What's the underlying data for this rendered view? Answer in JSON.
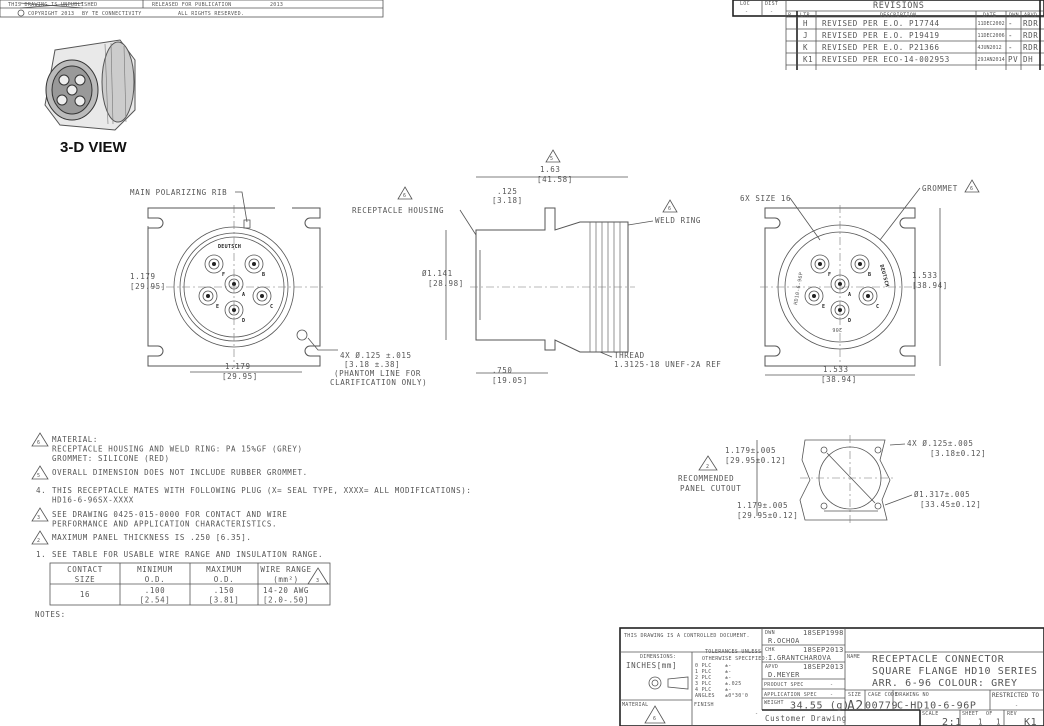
{
  "top_bar": {
    "row1_left": "THIS DRAWING IS UNPUBLISHED",
    "row1_mid": "RELEASED FOR PUBLICATION",
    "row1_year": "2013",
    "row2_left": "COPYRIGHT 2013",
    "row2_by": "BY TE CONNECTIVITY",
    "row2_right": "ALL RIGHTS RESERVED."
  },
  "revisions": {
    "loc_label": "LOC",
    "loc_value": "-",
    "dist_label": "DIST",
    "dist_value": "-",
    "title": "REVISIONS",
    "headers": [
      "P",
      "LTR",
      "DESCRIPTION",
      "DATE",
      "DWN",
      "APVD"
    ],
    "rows": [
      {
        "ltr": "H",
        "desc": "REVISED PER E.O. P17744",
        "date": "11DEC2002",
        "dwn": "-",
        "apvd": "RDR"
      },
      {
        "ltr": "J",
        "desc": "REVISED PER E.O. P19419",
        "date": "11DEC2006",
        "dwn": "-",
        "apvd": "RDR"
      },
      {
        "ltr": "K",
        "desc": "REVISED PER E.O. P21366",
        "date": "4JUN2012",
        "dwn": "-",
        "apvd": "RDR"
      },
      {
        "ltr": "K1",
        "desc": "REVISED PER ECO-14-002953",
        "date": "29JAN2014",
        "dwn": "PV",
        "apvd": "DH"
      }
    ]
  },
  "views": {
    "three_d_label": "3-D VIEW",
    "front": {
      "rib_label": "MAIN POLARIZING RIB",
      "brand": "DEUTSCH",
      "pins": [
        "A",
        "B",
        "C",
        "D",
        "E",
        "F"
      ],
      "height_in": "1.179",
      "height_mm": "[29.95]",
      "width_in": "1.179",
      "width_mm": "[29.95]",
      "hole_note": [
        "4X Ø.125 ±.015",
        "[3.18 ±.38]",
        "(PHANTOM LINE FOR",
        "CLARIFICATION ONLY)"
      ]
    },
    "side": {
      "note5": "5",
      "overall_in": "1.63",
      "overall_mm": "[41.58]",
      "flange_in": ".125",
      "flange_mm": "[3.18]",
      "housing_label": "RECEPTACLE HOUSING",
      "housing_note": "6",
      "weld_label": "WELD RING",
      "weld_note": "6",
      "dia_in": "Ø1.141",
      "dia_mm": "[28.98]",
      "len_in": ".750",
      "len_mm": "[19.05]",
      "thread": [
        "THREAD",
        "1.3125-18 UNEF-2A REF"
      ]
    },
    "rear": {
      "size_label": "6X SIZE 16",
      "grommet_label": "GROMMET",
      "grommet_note": "6",
      "part_text": "HD10-6-96P",
      "brand": "DEUTSCH",
      "code": "206",
      "height_in": "1.533",
      "height_mm": "[38.94]",
      "width_in": "1.533",
      "width_mm": "[38.94]",
      "pins": [
        "A",
        "B",
        "C",
        "D",
        "E",
        "F"
      ]
    },
    "cutout": {
      "note": "2",
      "label": [
        "RECOMMENDED",
        "PANEL CUTOUT"
      ],
      "height": [
        "1.179±.005",
        "[29.95±0.12]"
      ],
      "width": [
        "1.179±.005",
        "[29.95±0.12]"
      ],
      "holes": [
        "4X Ø.125±.005",
        "[3.18±0.12]"
      ],
      "dia": [
        "Ø1.317±.005",
        "[33.45±0.12]"
      ]
    }
  },
  "notes": {
    "n6": {
      "mark": "6",
      "lines": [
        "MATERIAL:",
        "RECEPTACLE HOUSING AND WELD RING: PA 15%GF (GREY)",
        "GROMMET: SILICONE (RED)"
      ]
    },
    "n5": {
      "mark": "5",
      "lines": [
        "OVERALL DIMENSION DOES NOT INCLUDE RUBBER GROMMET."
      ]
    },
    "n4": {
      "mark": "4.",
      "lines": [
        "THIS RECEPTACLE MATES WITH FOLLOWING PLUG (X= SEAL TYPE, XXXX= ALL MODIFICATIONS):",
        "HD16-6-96SX-XXXX"
      ]
    },
    "n3": {
      "mark": "3",
      "lines": [
        "SEE DRAWING 0425-015-0000 FOR CONTACT AND WIRE",
        "PERFORMANCE AND APPLICATION CHARACTERISTICS."
      ]
    },
    "n2": {
      "mark": "2",
      "lines": [
        "MAXIMUM PANEL THICKNESS IS .250 [6.35]."
      ]
    },
    "n1": {
      "mark": "1.",
      "lines": [
        "SEE TABLE FOR USABLE WIRE RANGE AND INSULATION RANGE."
      ]
    },
    "heading": "NOTES:",
    "table": {
      "headers": [
        [
          "CONTACT",
          "SIZE"
        ],
        [
          "MINIMUM",
          "O.D."
        ],
        [
          "MAXIMUM",
          "O.D."
        ],
        [
          "WIRE RANGE",
          "(mm²)"
        ]
      ],
      "header_note": "3",
      "row": [
        [
          "16",
          ""
        ],
        [
          ".100",
          "[2.54]"
        ],
        [
          ".150",
          "[3.81]"
        ],
        [
          "14-20 AWG",
          "[2.0-.50]"
        ]
      ]
    }
  },
  "title_block": {
    "controlled": "THIS DRAWING IS A CONTROLLED DOCUMENT.",
    "dwn_label": "DWN",
    "dwn_name": "R.OCHOA",
    "dwn_date": "18SEP1998",
    "chk_label": "CHK",
    "chk_name": "I.GRANTCHAROVA",
    "chk_date": "18SEP2013",
    "apvd_label": "APVD",
    "apvd_name": "D.MEYER",
    "apvd_date": "18SEP2013",
    "dimensions_label": "DIMENSIONS:",
    "dimensions_value": "INCHES[mm]",
    "tolerances_label": [
      "TOLERANCES UNLESS",
      "OTHERWISE SPECIFIED:"
    ],
    "tolerances": [
      [
        "0 PLC",
        "±-"
      ],
      [
        "1 PLC",
        "±-"
      ],
      [
        "2 PLC",
        "±-"
      ],
      [
        "3 PLC",
        "±.025"
      ],
      [
        "4 PLC",
        "±-"
      ],
      [
        "ANGLES",
        "±0°30'0"
      ]
    ],
    "product_spec_label": "PRODUCT SPEC",
    "product_spec": "-",
    "application_spec_label": "APPLICATION SPEC",
    "application_spec": "-",
    "weight_label": "WEIGHT",
    "weight": "34.55 (g)",
    "material_label": "MATERIAL",
    "material_note": "6",
    "finish_label": "FINISH",
    "finish": "-",
    "name_label": "NAME",
    "name_lines": [
      "RECEPTACLE CONNECTOR",
      "SQUARE FLANGE HD10 SERIES",
      "ARR. 6-96 COLOUR: GREY"
    ],
    "size_label": "SIZE",
    "size": "A2",
    "cage_label": "CAGE CODE",
    "cage": "00779",
    "drawing_no_label": "DRAWING NO",
    "drawing_no": "C-HD10-6-96P",
    "restricted_label": "RESTRICTED TO",
    "restricted": "-",
    "customer": "Customer Drawing",
    "scale_label": "SCALE",
    "scale": "2:1",
    "sheet_label": "SHEET",
    "sheet": "1",
    "of_label": "OF",
    "of": "1",
    "rev_label": "REV",
    "rev": "K1"
  }
}
